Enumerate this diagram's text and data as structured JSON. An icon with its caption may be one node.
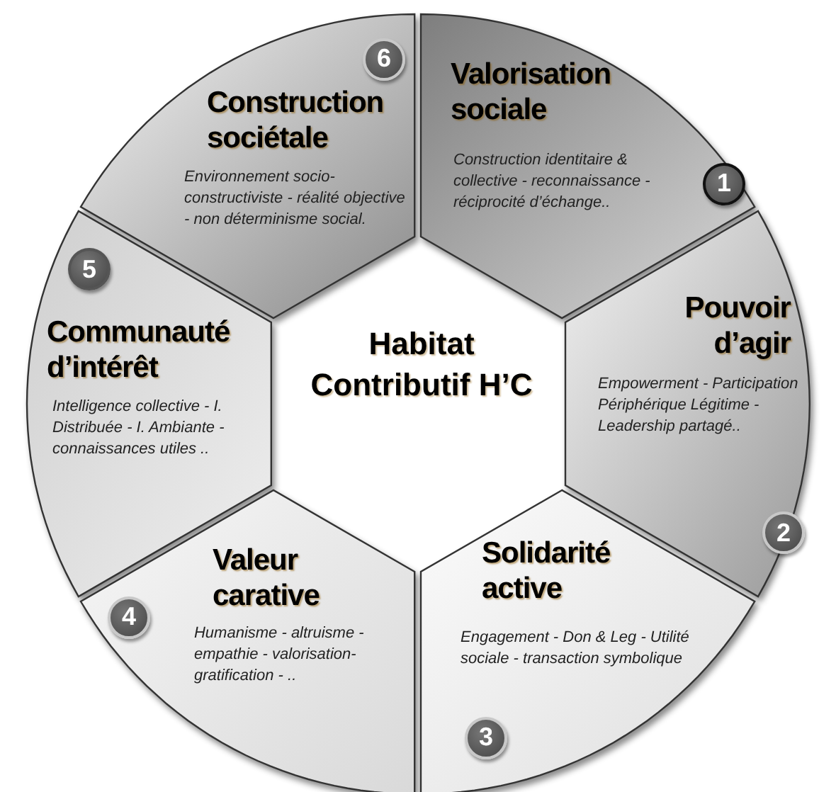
{
  "diagram": {
    "nodes": [
      {
        "text": [
          "Construction sociétale",
          "Environnement socio-constructiviste - réalité objective - non déterminisme social."
        ]
      },
      {
        "text": [
          "6"
        ],
        "in": 0
      },
      {
        "text": [
          "Valorisation sociale",
          "Construction identitaire & collective - reconnaissance - réciprocité d’échange.."
        ]
      },
      {
        "text": [
          "1"
        ],
        "in": 2
      },
      {
        "text": [
          "Communauté d’intérêt",
          "Intelligence collective - I.  Distribuée - I. Ambiante - connaissances utiles .."
        ]
      },
      {
        "text": [
          "5"
        ],
        "in": 4
      },
      {
        "text": [
          "Habitat Contributif H’C"
        ]
      },
      {
        "text": [
          "Pouvoir d’agir",
          "Empowerment - Participation Périphérique Légitime - Leadership partagé.."
        ]
      },
      {
        "text": [
          "2"
        ],
        "in": 7
      },
      {
        "text": [
          "Valeur carative",
          "Humanisme - altruisme - empathie - valorisation- gratification - .."
        ]
      },
      {
        "text": [
          "4"
        ],
        "in": 9
      },
      {
        "text": [
          "Solidarité active",
          "Engagement - Don & Leg - Utilité sociale - transaction symbolique"
        ]
      },
      {
        "text": [
          "3"
        ],
        "in": 11
      }
    ]
  }
}
